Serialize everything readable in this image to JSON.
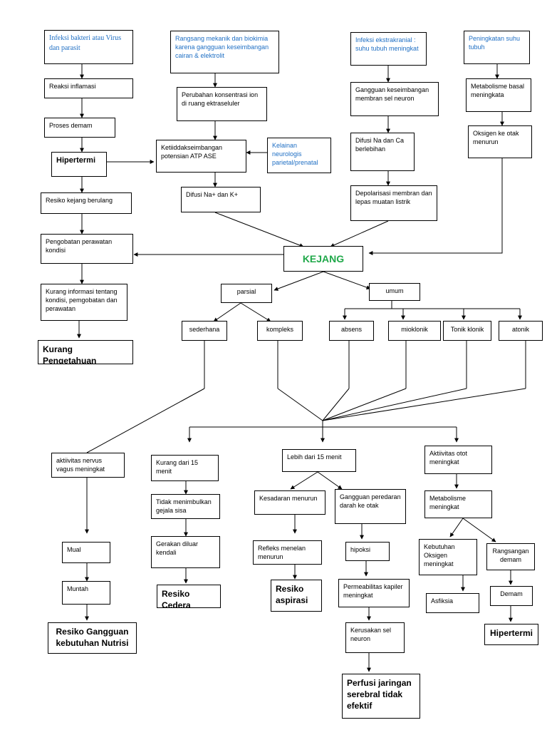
{
  "colors": {
    "blue_text": "#1f6fc4",
    "kejang_green": "#20a84a",
    "line": "#000000"
  },
  "boxes": {
    "infeksi_bakteri": "Infeksi bakteri atau Virus dan parasit",
    "reaksi_inflamasi": "Reaksi inflamasi",
    "proses_demam": "Proses demam",
    "hipertermi_top": "Hipertermi",
    "resiko_kejang": "Resiko kejang berulang",
    "pengobatan": "Pengobatan perawatan kondisi",
    "kurang_informasi": "Kurang informasi tentang kondisi, pemgobatan dan perawatan",
    "kurang_pengetahuan": "Kurang Pengetahuan",
    "rangsang_mekanik": "Rangsang mekanik dan biokimia karena gangguan keseimbangan cairan & elektrolit",
    "perubahan_konsentrasi": "Perubahan konsentrasi ion di ruang ektraseluler",
    "ketidakseimbangan": "Ketiiddakseimbangan potensian ATP ASE",
    "kelainan_neurologis": "Kelainan neurologis parietal/prenatal",
    "difusi_na_k": "Difusi Na+ dan K+",
    "infeksi_ekstrakranial": "Infeksi ekstrakranial : suhu tubuh meningkat",
    "gangguan_membran": "Gangguan keseimbangan membran sel neuron",
    "difusi_na_ca": "Difusi Na dan Ca berlebihan",
    "depolarisasi": "Depolarisasi membran dan lepas muatan listrik",
    "peningkatan_suhu": "Peningkatan suhu tubuh",
    "metabolisme_basal": "Metabolisme basal meningkata",
    "oksigen_otak": "Oksigen ke otak menurun",
    "kejang": "KEJANG",
    "parsial": "parsial",
    "umum": "umum",
    "sederhana": "sederhana",
    "kompleks": "kompleks",
    "absens": "absens",
    "mioklonik": "mioklonik",
    "tonik_klonik": "Tonik klonik",
    "atonik": "atonik",
    "aktivitas_nervus": "aktiivitas nervus vagus meningkat",
    "mual": "Mual",
    "muntah": "Muntah",
    "resiko_nutrisi": "Resiko Gangguan kebutuhan Nutrisi",
    "kurang_15": "Kurang dari 15 menit",
    "tidak_sisa": "Tidak menimbulkan gejala sisa",
    "gerakan_diluar": "Gerakan diluar kendali",
    "resiko_cedera": "Resiko Cedera",
    "lebih_15": "Lebih dari 15 menit",
    "kesadaran_menurun": "Kesadaran menurun",
    "refleks_menelan": "Refleks menelan menurun",
    "resiko_aspirasi": "Resiko aspirasi",
    "gangguan_peredaran": "Gangguan peredaran darah ke otak",
    "hipoksi": "hipoksi",
    "permeabilitas": "Permeabilitas kapiler meningkat",
    "kerusakan_sel": "Kerusakan sel neuron",
    "perfusi": "Perfusi jaringan serebral tidak efektif",
    "aktivitas_otot": "Aktiivitas otot meningkat",
    "metabolisme_meningkat": "Metabolisme meningkat",
    "kebutuhan_oksigen": "Kebutuhan Oksigen meningkat",
    "asfiksia": "Asfiksia",
    "rangsangan_demam": "Rangsangan demam",
    "demam": "Demam",
    "hipertermi_bottom": "Hipertermi"
  }
}
